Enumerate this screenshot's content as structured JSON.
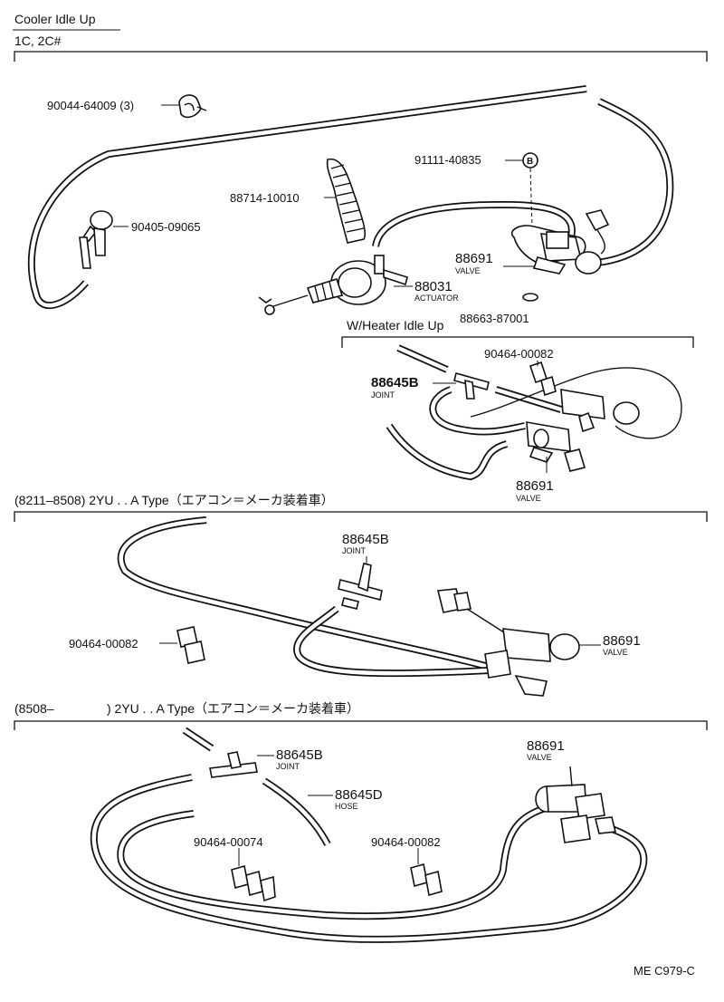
{
  "title": "Cooler Idle Up",
  "engine": "1C, 2C#",
  "sections": {
    "heater": "W/Heater Idle Up",
    "s2": "(8211–8508) 2YU . . A Type（エアコン＝メーカ装着車）",
    "s3_a": "(8508–",
    "s3_b": ") 2YU . . A Type（エアコン＝メーカ装着車）"
  },
  "labels": {
    "p1": "90044-64009 (3)",
    "p2": "90405-09065",
    "p3": "88714-10010",
    "p4": "91111-40835",
    "p4b": "B",
    "p5": "88691",
    "p5c": "VALVE",
    "p6": "88031",
    "p6c": "ACTUATOR",
    "p7": "88663-87001",
    "p8": "90464-00082",
    "p9": "88645B",
    "p9c": "JOINT",
    "p10": "88691",
    "p10c": "VALVE",
    "s2_joint": "88645B",
    "s2_joint_c": "JOINT",
    "s2_clip": "90464-00082",
    "s2_valve": "88691",
    "s2_valve_c": "VALVE",
    "s3_valve": "88691",
    "s3_valve_c": "VALVE",
    "s3_joint": "88645B",
    "s3_joint_c": "JOINT",
    "s3_hose": "88645D",
    "s3_hose_c": "HOSE",
    "s3_clip1": "90464-00074",
    "s3_clip2": "90464-00082"
  },
  "footer": "ME C979-C"
}
